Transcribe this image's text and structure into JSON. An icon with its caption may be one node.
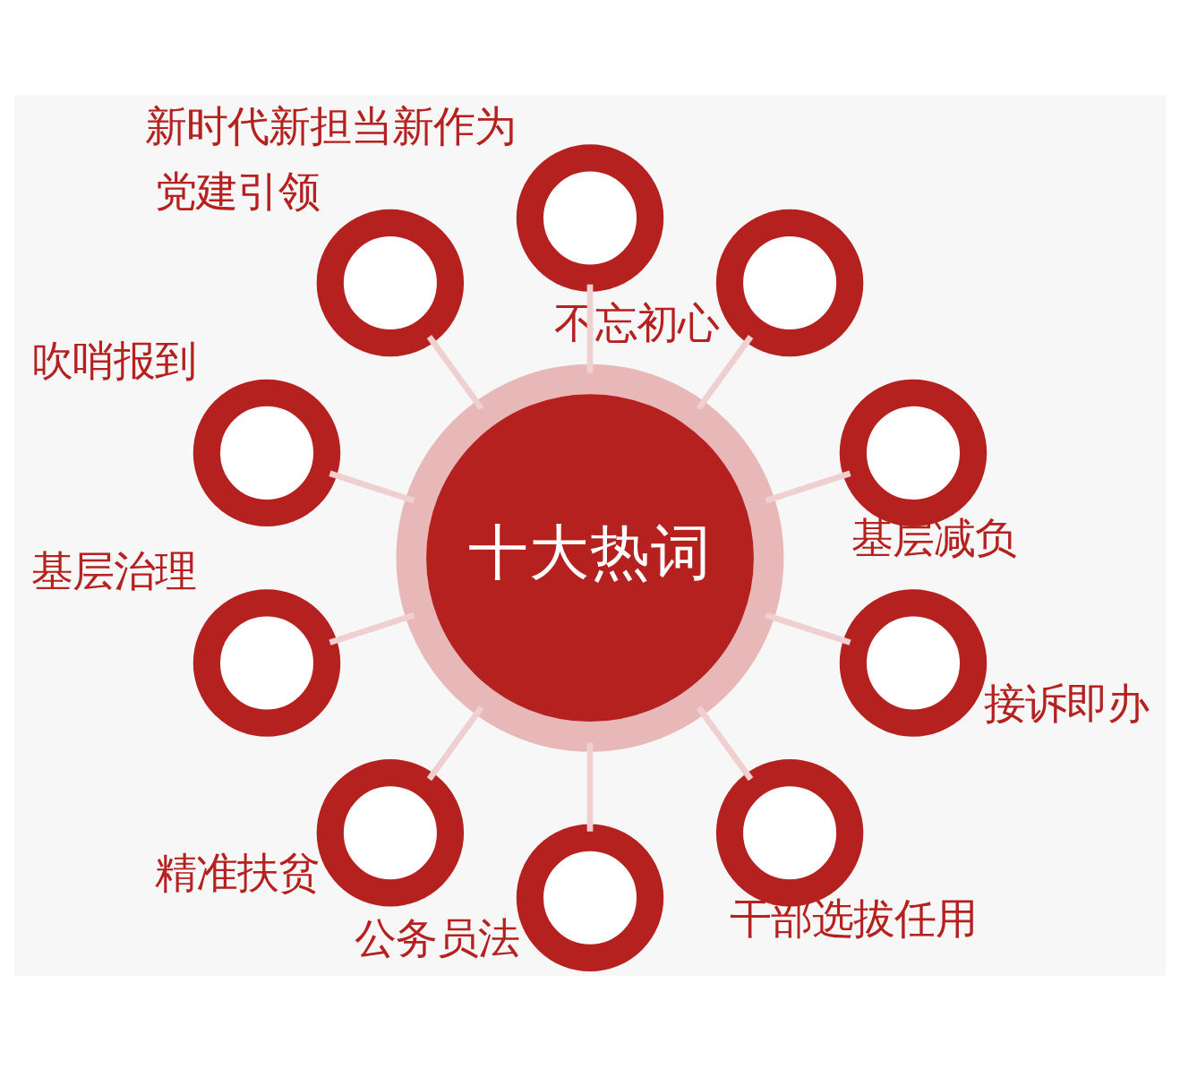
{
  "diagram": {
    "nodes": [
      {
        "text": [
          "十大热词"
        ]
      },
      {
        "text": [],
        "shape": "circle",
        "beside": [
          "基层减负"
        ]
      },
      {
        "text": [],
        "shape": "circle",
        "beside": [
          "不忘初心"
        ]
      },
      {
        "text": [],
        "shape": "circle",
        "beside": [
          "新时代新担当新作为"
        ]
      },
      {
        "text": [],
        "shape": "circle",
        "beside": [
          "党建引领"
        ]
      },
      {
        "text": [],
        "shape": "circle",
        "beside": [
          "吹哨报到"
        ]
      },
      {
        "text": [],
        "shape": "circle",
        "beside": [
          "基层治理"
        ]
      },
      {
        "text": [],
        "shape": "circle",
        "beside": [
          "精准扶贫"
        ]
      },
      {
        "text": [],
        "shape": "circle",
        "beside": [
          "公务员法"
        ]
      },
      {
        "text": [],
        "shape": "circle",
        "beside": [
          "干部选拔任用"
        ]
      },
      {
        "text": [],
        "shape": "circle",
        "beside": [
          "接诉即办"
        ]
      }
    ],
    "edges": [
      {
        "from": 0,
        "to": 1,
        "arrow": "none"
      },
      {
        "from": 0,
        "to": 2,
        "arrow": "none"
      },
      {
        "from": 0,
        "to": 3,
        "arrow": "none"
      },
      {
        "from": 0,
        "to": 4,
        "arrow": "none"
      },
      {
        "from": 0,
        "to": 5,
        "arrow": "none"
      },
      {
        "from": 0,
        "to": 6,
        "arrow": "none"
      },
      {
        "from": 0,
        "to": 7,
        "arrow": "none"
      },
      {
        "from": 0,
        "to": 8,
        "arrow": "none"
      },
      {
        "from": 0,
        "to": 9,
        "arrow": "none"
      },
      {
        "from": 0,
        "to": 10,
        "arrow": "none"
      }
    ]
  }
}
